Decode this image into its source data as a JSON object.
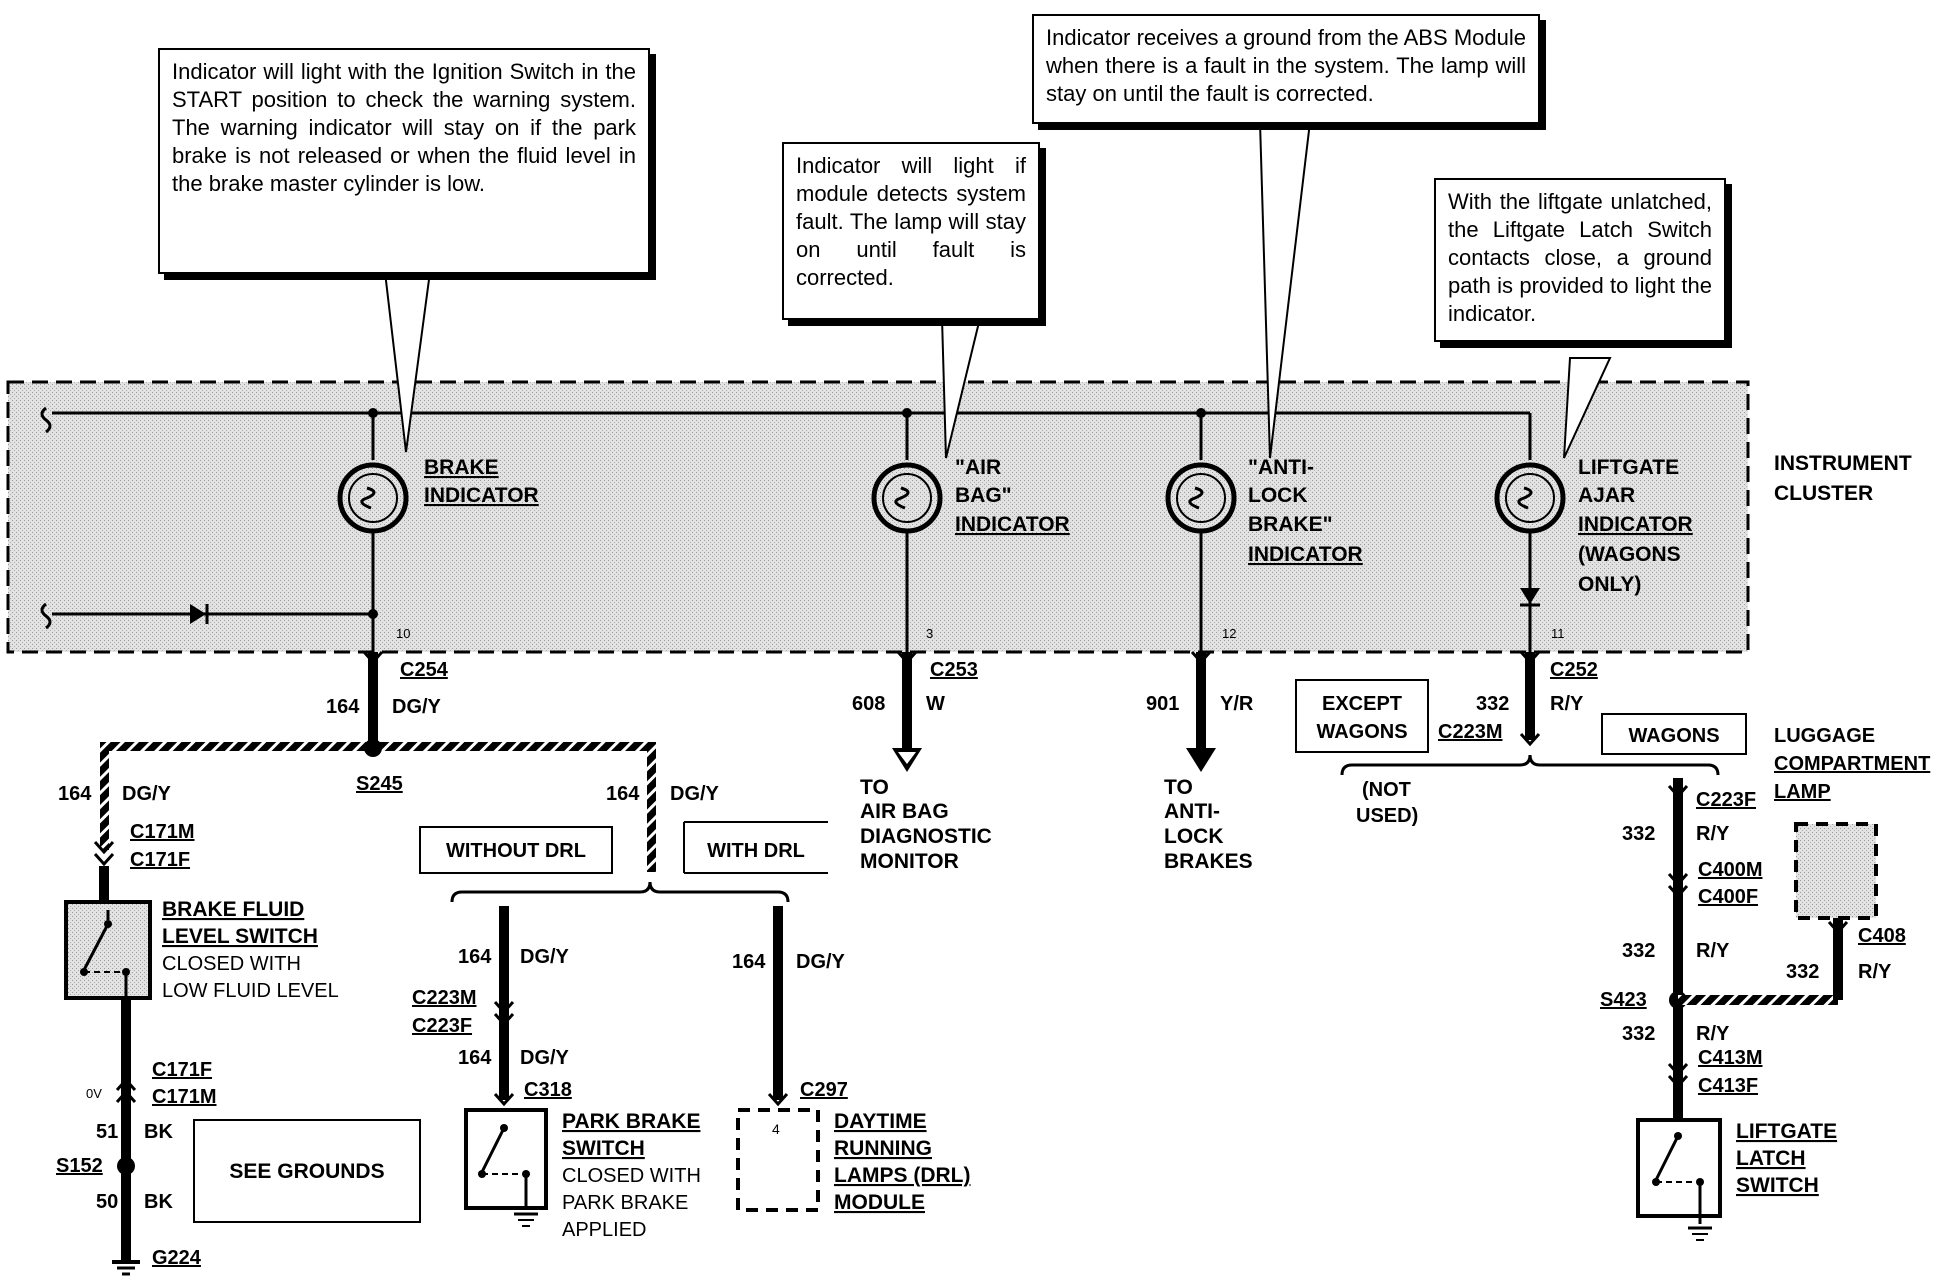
{
  "callouts": {
    "brake": "Indicator will light with the Ignition Switch in the START position to check the warning system. The warning indicator will stay on if the park brake is not released or when the fluid level in the brake master cylinder is low.",
    "airbag": "Indicator will light if module detects system fault. The lamp will stay on until fault is corrected.",
    "abs": "Indicator receives a ground from the ABS Module when there is a fault in the system. The lamp will stay on until the fault is corrected.",
    "liftgate": "With the liftgate unlatched, the Liftgate Latch Switch contacts close, a ground path is provided to light the indicator."
  },
  "cluster": {
    "label_line1": "INSTRUMENT",
    "label_line2": "CLUSTER",
    "brake_indicator": [
      "BRAKE",
      "INDICATOR"
    ],
    "airbag_indicator": [
      "\"AIR",
      "BAG\"",
      "INDICATOR"
    ],
    "abs_indicator": [
      "\"ANTI-",
      "LOCK",
      "BRAKE\"",
      "INDICATOR"
    ],
    "liftgate_indicator": [
      "LIFTGATE",
      "AJAR",
      "INDICATOR",
      "(WAGONS",
      "ONLY)"
    ],
    "pins": {
      "brake": "10",
      "airbag": "3",
      "abs": "12",
      "liftgate": "11"
    }
  },
  "brake_circuit": {
    "c254": "C254",
    "wire_num": "164",
    "wire_color": "DG/Y",
    "splice": "S245",
    "c171m": "C171M",
    "c171f": "C171F",
    "fluid_switch": [
      "BRAKE FLUID",
      "LEVEL SWITCH"
    ],
    "fluid_switch_note": [
      "CLOSED WITH",
      "LOW FLUID LEVEL"
    ],
    "voltage": "0V",
    "c171f_lower": "C171F",
    "c171m_lower": "C171M",
    "wire51": "51",
    "wire50": "50",
    "bk": "BK",
    "s152": "S152",
    "g224": "G224",
    "see_grounds": "SEE GROUNDS",
    "without_drl": "WITHOUT DRL",
    "with_drl": "WITH DRL",
    "c223m": "C223M",
    "c223f": "C223F",
    "c318": "C318",
    "park_switch": [
      "PARK BRAKE",
      "SWITCH"
    ],
    "park_switch_note": [
      "CLOSED WITH",
      "PARK BRAKE",
      "APPLIED"
    ],
    "c297": "C297",
    "drl_pin": "4",
    "drl_module": [
      "DAYTIME",
      "RUNNING",
      "LAMPS (DRL)",
      "MODULE"
    ]
  },
  "airbag_circuit": {
    "c253": "C253",
    "wire_num": "608",
    "wire_color": "W",
    "to": [
      "TO",
      "AIR BAG",
      "DIAGNOSTIC",
      "MONITOR"
    ]
  },
  "abs_circuit": {
    "wire_num": "901",
    "wire_color": "Y/R",
    "to": [
      "TO",
      "ANTI-",
      "LOCK",
      "BRAKES"
    ]
  },
  "liftgate_circuit": {
    "c252": "C252",
    "wire_num": "332",
    "wire_color": "R/Y",
    "except_wagons": [
      "EXCEPT",
      "WAGONS"
    ],
    "c223m": "C223M",
    "wagons": "WAGONS",
    "not_used": [
      "(NOT",
      "USED)"
    ],
    "c223f": "C223F",
    "c400m": "C400M",
    "c400f": "C400F",
    "lamp": [
      "LUGGAGE",
      "COMPARTMENT",
      "LAMP"
    ],
    "c408": "C408",
    "s423": "S423",
    "c413m": "C413M",
    "c413f": "C413F",
    "latch_switch": [
      "LIFTGATE",
      "LATCH",
      "SWITCH"
    ]
  }
}
